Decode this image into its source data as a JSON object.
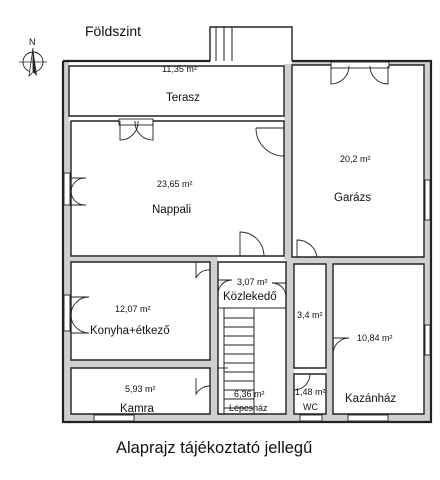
{
  "title": "Földszint",
  "caption": "Alaprajz tájékoztató jellegű",
  "compass": {
    "letter": "N",
    "icon": "north-arrow-icon"
  },
  "rooms": [
    {
      "id": "terasz",
      "name": "Terasz",
      "area": "11,35 m²"
    },
    {
      "id": "nappali",
      "name": "Nappali",
      "area": "23,65 m²"
    },
    {
      "id": "garazs",
      "name": "Garázs",
      "area": "20,2 m²"
    },
    {
      "id": "konyha",
      "name": "Konyha+étkező",
      "area": "12,07 m²"
    },
    {
      "id": "kozlekedo",
      "name": "Közlekedő",
      "area": "3,07 m²"
    },
    {
      "id": "folyoso",
      "name": "",
      "area": "3,4 m²"
    },
    {
      "id": "kazanhaz",
      "name": "Kazánház",
      "area": "10,84 m²"
    },
    {
      "id": "kamra",
      "name": "Kamra",
      "area": "5,93 m²"
    },
    {
      "id": "lepcsohaz",
      "name": "Lépcsház",
      "area": "6,36 m²"
    },
    {
      "id": "wc",
      "name": "WC",
      "area": "1,48 m²"
    }
  ]
}
